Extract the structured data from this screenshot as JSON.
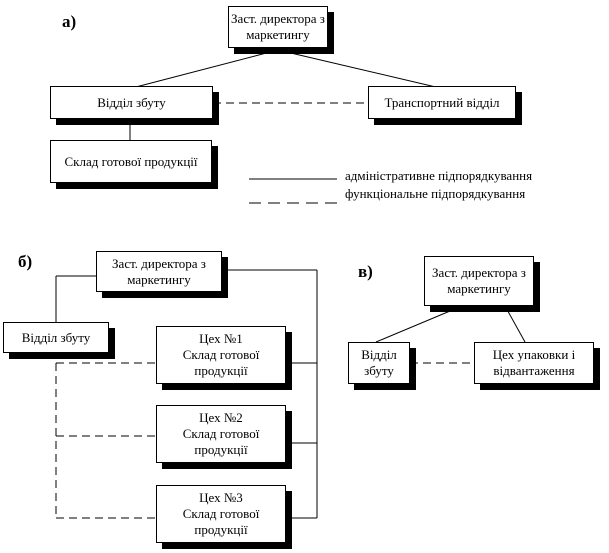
{
  "section_a": {
    "label": "а)",
    "director": "Заст. директора з\nмаркетингу",
    "sales": "Відділ збуту",
    "transport": "Транспортний відділ",
    "warehouse": "Склад готової продукції"
  },
  "legend": {
    "administrative": "адміністративне підпорядкування",
    "functional": "функціональне підпорядкування"
  },
  "section_b": {
    "label": "б)",
    "director": "Заст. директора з\nмаркетингу",
    "sales": "Відділ збуту",
    "shop1": "Цех №1\nСклад готової\nпродукції",
    "shop2": "Цех №2\nСклад готової\nпродукції",
    "shop3": "Цех №3\nСклад готової\nпродукції"
  },
  "section_c": {
    "label": "в)",
    "director": "Заст. директора з\nмаркетингу",
    "sales": "Відділ\nзбуту",
    "packaging": "Цех упаковки і\nвідвантаження"
  }
}
